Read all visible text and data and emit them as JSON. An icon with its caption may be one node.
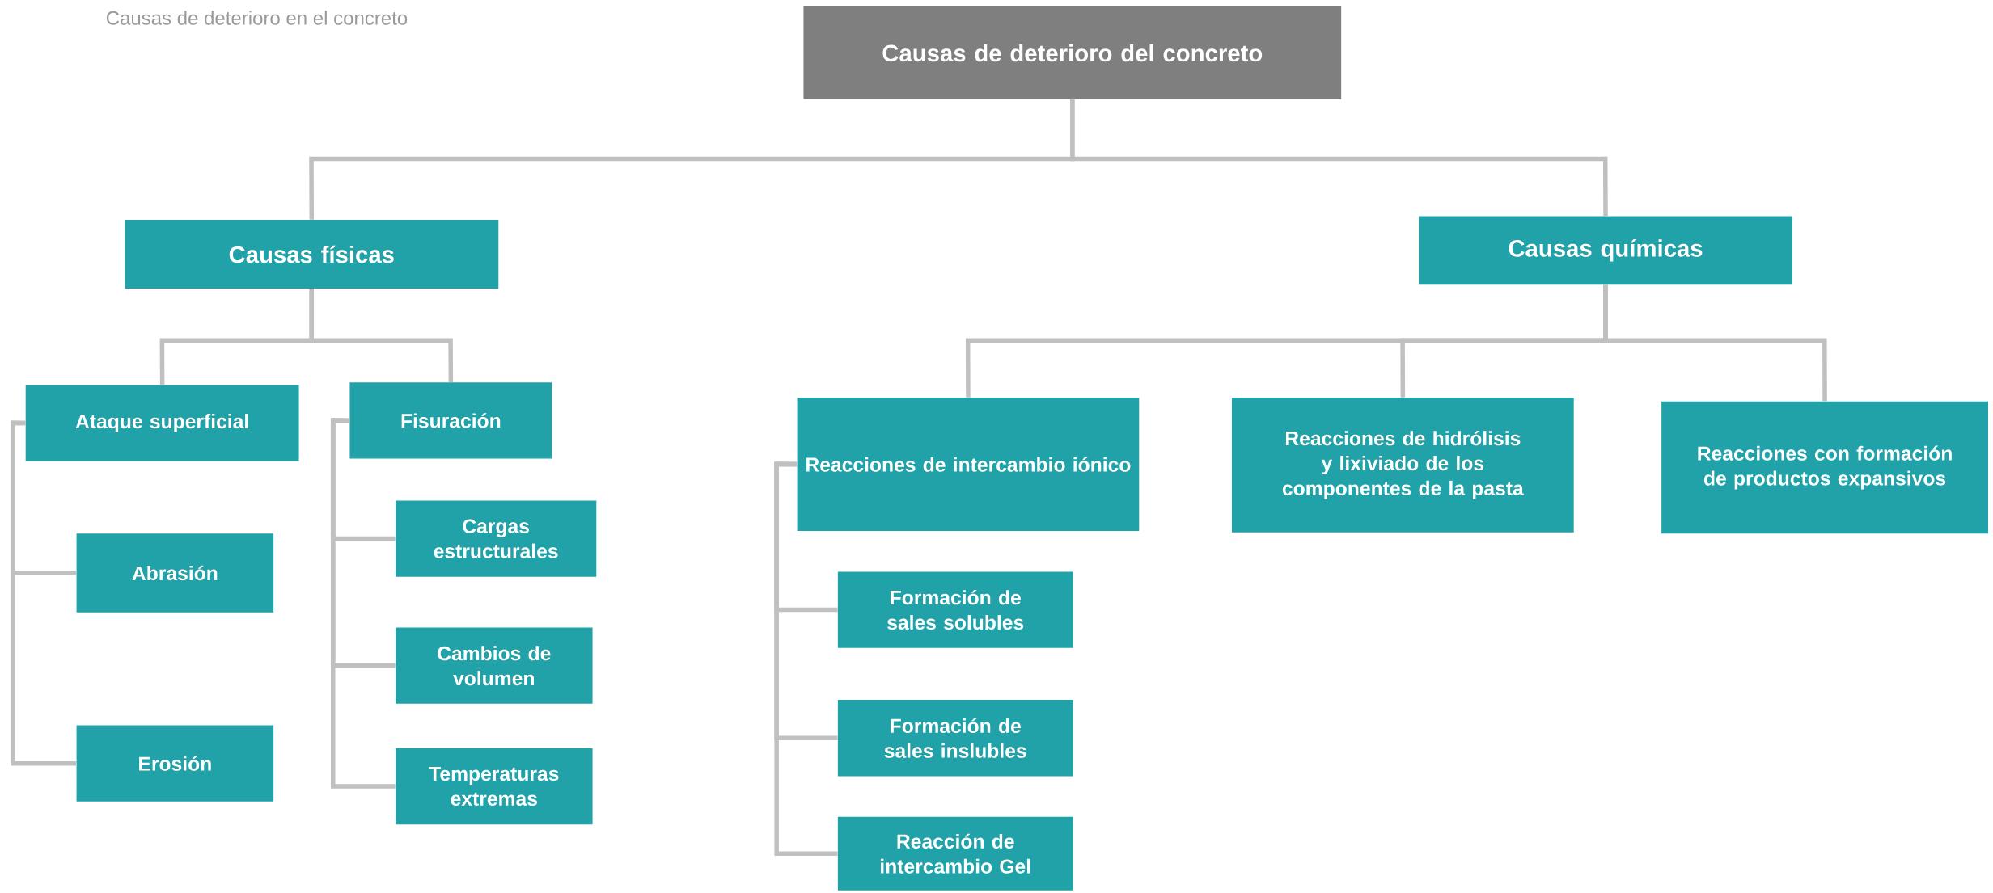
{
  "diagram": {
    "title": "Causas de deterioro en el concreto",
    "nodes": [
      {
        "text": [
          "Causas de deterioro del concreto"
        ]
      },
      {
        "text": [
          "Causas físicas"
        ]
      },
      {
        "text": [
          "Causas químicas"
        ]
      },
      {
        "text": [
          "Ataque superficial"
        ]
      },
      {
        "text": [
          "Fisuración"
        ]
      },
      {
        "text": [
          "Abrasión"
        ]
      },
      {
        "text": [
          "Erosión"
        ]
      },
      {
        "text": [
          "Cargas estructurales"
        ]
      },
      {
        "text": [
          "Cambios de volumen"
        ]
      },
      {
        "text": [
          "Temperaturas extremas"
        ]
      },
      {
        "text": [
          "Reacciones de intercambio iónico"
        ]
      },
      {
        "text": [
          "Reacciones de hidrólisis y lixiviado de los componentes de la pasta"
        ]
      },
      {
        "text": [
          "Reacciones con formación de productos expansivos"
        ]
      },
      {
        "text": [
          "Formación de sales solubles"
        ]
      },
      {
        "text": [
          "Formación de sales inslubles"
        ]
      },
      {
        "text": [
          "Reacción de intercambio  Gel"
        ]
      }
    ],
    "edges": [
      {
        "from": 0,
        "to": 1,
        "arrow": "none"
      },
      {
        "from": 0,
        "to": 2,
        "arrow": "none"
      },
      {
        "from": 1,
        "to": 3,
        "arrow": "none"
      },
      {
        "from": 1,
        "to": 4,
        "arrow": "none"
      },
      {
        "from": 2,
        "to": 10,
        "arrow": "none"
      },
      {
        "from": 2,
        "to": 11,
        "arrow": "none"
      },
      {
        "from": 2,
        "to": 12,
        "arrow": "none"
      },
      {
        "from": 3,
        "to": 5,
        "arrow": "none"
      },
      {
        "from": 3,
        "to": 6,
        "arrow": "none"
      },
      {
        "from": 4,
        "to": 7,
        "arrow": "none"
      },
      {
        "from": 4,
        "to": 8,
        "arrow": "none"
      },
      {
        "from": 4,
        "to": 9,
        "arrow": "none"
      },
      {
        "from": 10,
        "to": 13,
        "arrow": "none"
      },
      {
        "from": 10,
        "to": 14,
        "arrow": "none"
      },
      {
        "from": 10,
        "to": 15,
        "arrow": "none"
      }
    ]
  }
}
